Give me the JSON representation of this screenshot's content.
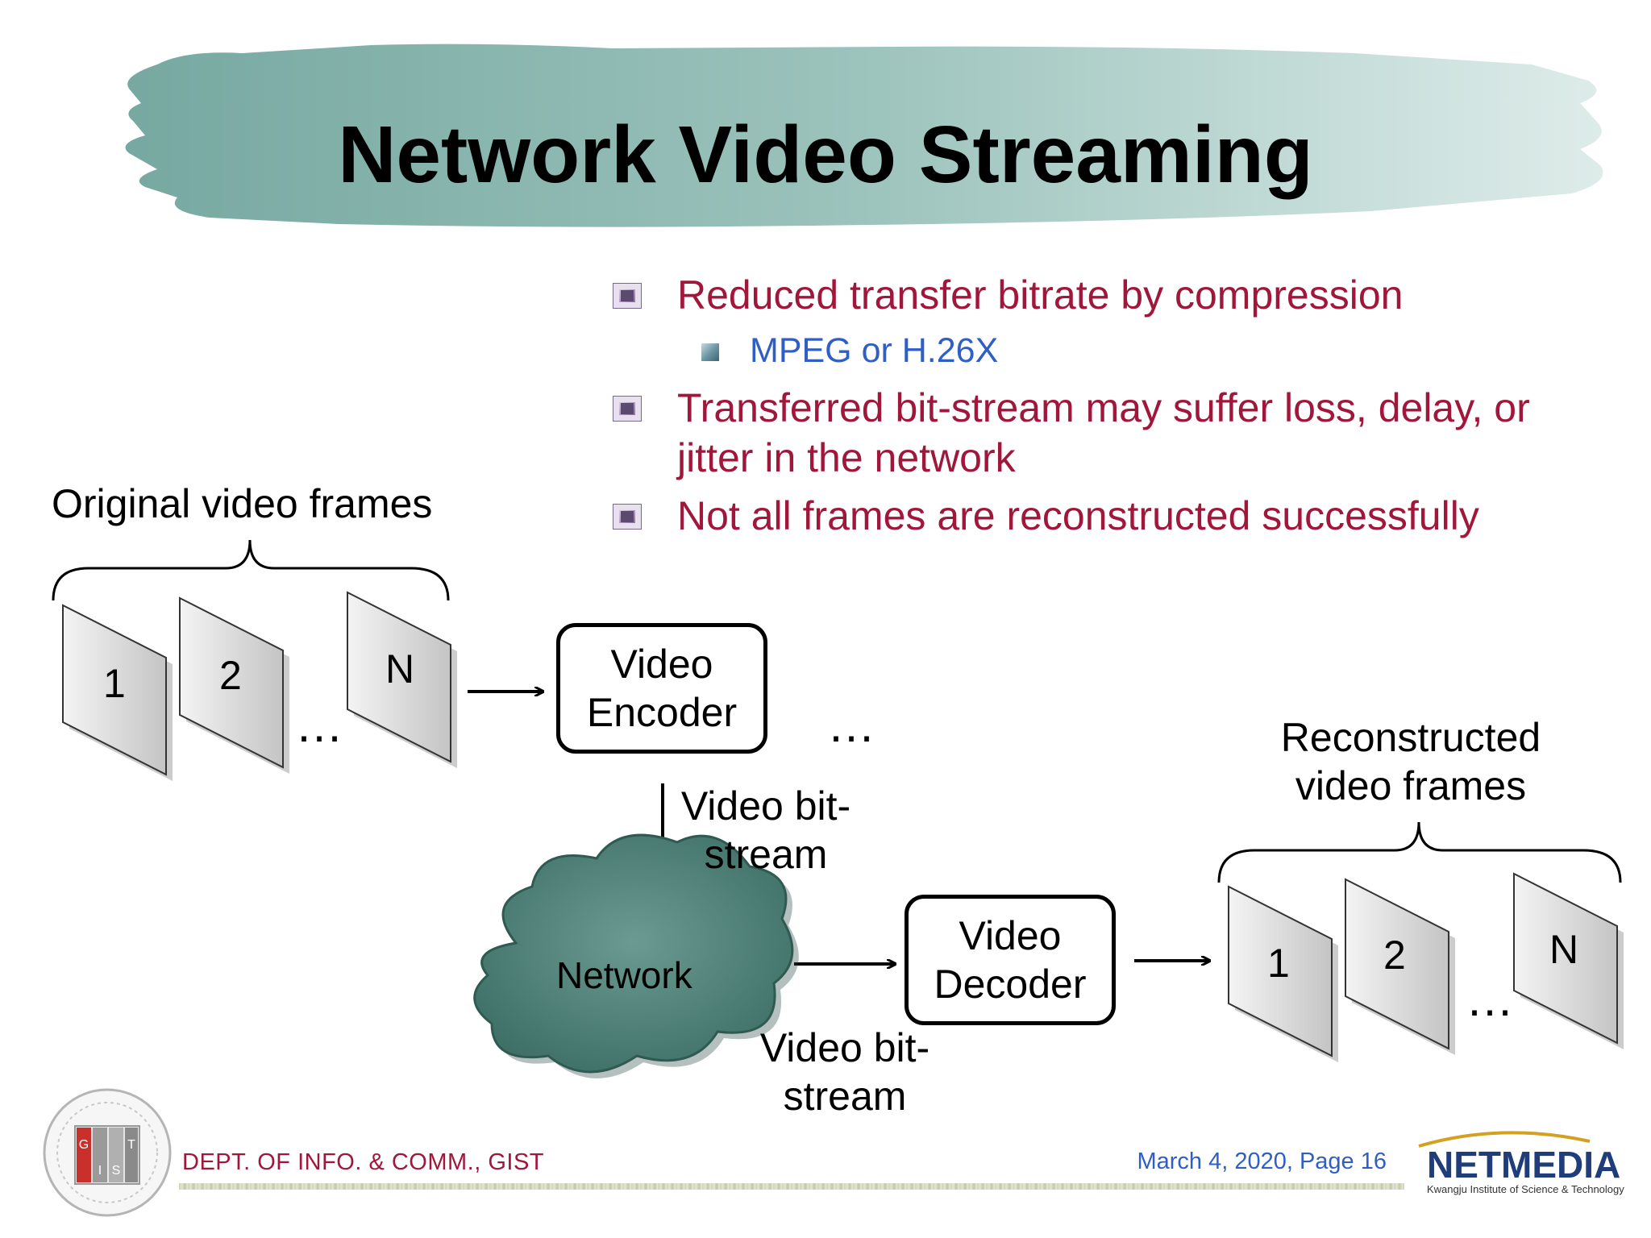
{
  "slide": {
    "title": "Network Video Streaming",
    "bullets": [
      {
        "level": 1,
        "text": "Reduced transfer bitrate by compression"
      },
      {
        "level": 2,
        "text": "MPEG or H.26X"
      },
      {
        "level": 1,
        "text": "Transferred bit-stream may suffer loss, delay, or jitter in the network"
      },
      {
        "level": 1,
        "text": "Not all frames are reconstructed successfully"
      }
    ]
  },
  "diagram": {
    "original_frames_label": "Original video frames",
    "original_frames": [
      "1",
      "2",
      "N"
    ],
    "reconstructed_frames_label": "Reconstructed video frames",
    "reconstructed_frames": [
      "1",
      "2",
      "N"
    ],
    "ellipsis": "…",
    "encoder": "Video Encoder",
    "decoder": "Video Decoder",
    "network": "Network",
    "bitstream_label": "Video bit-stream"
  },
  "footer": {
    "dept": "DEPT. OF INFO. & COMM., GIST",
    "date_page": "March 4, 2020,  Page  16",
    "logo_left_letters": [
      "G",
      "I",
      "S",
      "T"
    ],
    "logo_right": "NETMEDIA",
    "logo_right_sub": "Kwangju Institute of Science & Technology"
  },
  "colors": {
    "title_band": "#7fb0a8",
    "bullet_text": "#a0173b",
    "sub_bullet_text": "#2f5fc4",
    "cloud": "#4f8279",
    "frame_fill": "#d9d9d9"
  }
}
